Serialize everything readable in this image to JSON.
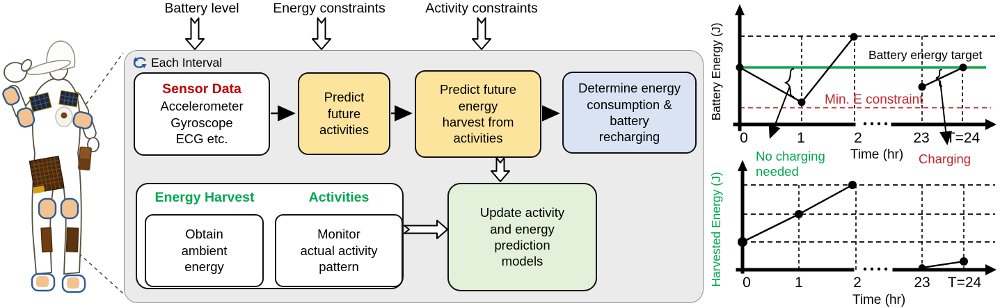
{
  "colors": {
    "accent_green": "#00a651",
    "accent_red": "#c00000",
    "target_line_green": "#17a452",
    "min_constraint_red": "#d92b2b",
    "box_yellow": "#fce49c",
    "box_blue": "#dae3f3",
    "box_green": "#e3f0da",
    "container_gray": "#ebebeb",
    "loop_icon_blue": "#2b579a"
  },
  "top_inputs": {
    "battery": "Battery level",
    "energy": "Energy constraints",
    "activity": "Activity constraints"
  },
  "flowchart": {
    "header": "Each Interval",
    "sensor_title": "Sensor Data",
    "sensor_body": "Accelerometer\nGyroscope\nECG etc.",
    "predict_activities": "Predict\nfuture\nactivities",
    "predict_harvest": "Predict future\nenergy\nharvest from\nactivities",
    "determine": "Determine energy\nconsumption &\nbattery\nrecharging",
    "harvest_title": "Energy Harvest",
    "activities_title": "Activities",
    "obtain": "Obtain\nambient\nenergy",
    "monitor": "Monitor\nactual activity\npattern",
    "update": "Update activity\nand energy\nprediction\nmodels"
  },
  "battery_chart": {
    "ylabel": "Battery Energy (J)",
    "xlabel": "Time (hr)",
    "ticks": [
      "0",
      "1",
      "2",
      "23",
      "T=24"
    ],
    "target_label": "Battery energy target",
    "min_label": "Min. E constraint",
    "no_charging_1": "No charging",
    "no_charging_2": "needed",
    "charging": "Charging"
  },
  "harvest_chart": {
    "ylabel": "Harvested Energy (J)",
    "xlabel": "Time (hr)",
    "ticks": [
      "0",
      "1",
      "2",
      "23",
      "T=24"
    ]
  },
  "chart_data": [
    {
      "type": "line",
      "title": "Battery energy over one day (illustrative)",
      "xlabel": "Time (hr)",
      "ylabel": "Battery Energy (J)",
      "x_ticks_shown": [
        0,
        1,
        2,
        23,
        24
      ],
      "axis_break_between": [
        2,
        23
      ],
      "series": [
        {
          "name": "battery energy trace (segment 1)",
          "x": [
            0,
            1,
            2
          ],
          "y_relative": [
            62,
            27,
            92
          ]
        },
        {
          "name": "battery energy trace (segment 2)",
          "x": [
            23.2,
            24
          ],
          "y_relative": [
            43,
            62
          ]
        }
      ],
      "reference_lines": [
        {
          "name": "Battery energy target",
          "y_relative": 62,
          "style": "solid green"
        },
        {
          "name": "Min. E constraint",
          "y_relative": 20,
          "style": "dashed red"
        },
        {
          "name": "upper dashed guide",
          "y_relative": 92,
          "style": "dashed black"
        }
      ],
      "annotations": [
        "No charging needed (gap at t≈1)",
        "Charging (gap at t≈23)"
      ],
      "grid": "dashed verticals at t=1,2,23,24",
      "y_scale_note": "relative units 0-100, no numeric labels shown"
    },
    {
      "type": "line",
      "title": "Harvested energy over one day (illustrative)",
      "xlabel": "Time (hr)",
      "ylabel": "Harvested Energy (J)",
      "x_ticks_shown": [
        0,
        1,
        2,
        23,
        24
      ],
      "axis_break_between": [
        2,
        23
      ],
      "series": [
        {
          "name": "harvested energy trace (segment 1)",
          "x": [
            0,
            1,
            2
          ],
          "y_relative": [
            27,
            52,
            78
          ]
        },
        {
          "name": "harvested energy trace (segment 2)",
          "x": [
            23,
            24
          ],
          "y_relative": [
            2,
            8
          ]
        }
      ],
      "grid": "dashed horizontals at 27,52,78; dashed verticals at t=1,2,23,24",
      "y_scale_note": "relative units 0-100, no numeric labels shown"
    }
  ]
}
